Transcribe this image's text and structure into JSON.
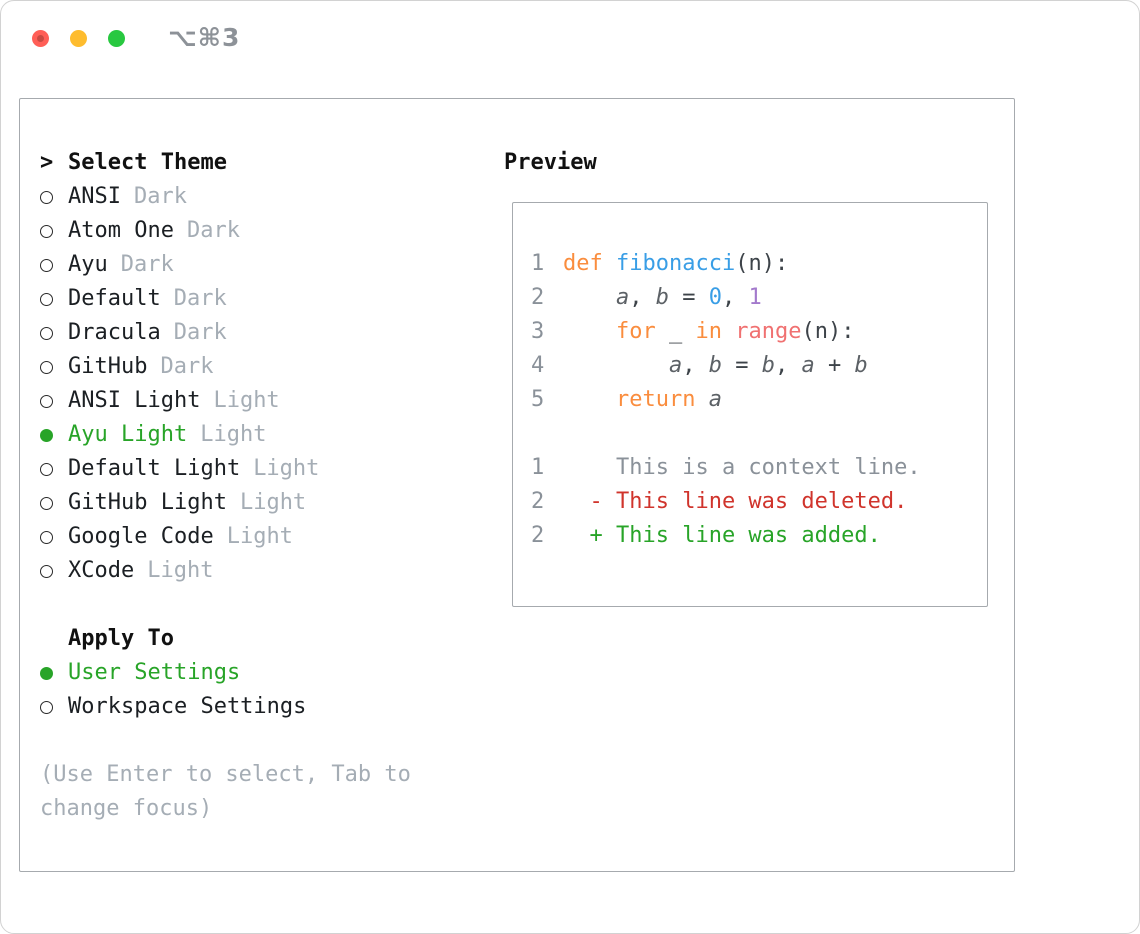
{
  "colors": {
    "green": "#28a428",
    "red": "#d0342c",
    "kw": "#fa8d3e",
    "fn": "#399ee6",
    "call": "#f07171",
    "nb": "#399ee6",
    "np": "#a37acc",
    "muted": "#a5adb5",
    "linenum": "#8a9199",
    "traffic_red": "#ff5f57",
    "traffic_yellow": "#febc2e",
    "traffic_green": "#28c840"
  },
  "window": {
    "shortcut": "⌥⌘3"
  },
  "theme_picker": {
    "prompt": ">",
    "title": "Select Theme",
    "items": [
      {
        "name": "ANSI",
        "variant": "Dark",
        "selected": false
      },
      {
        "name": "Atom One",
        "variant": "Dark",
        "selected": false
      },
      {
        "name": "Ayu",
        "variant": "Dark",
        "selected": false
      },
      {
        "name": "Default",
        "variant": "Dark",
        "selected": false
      },
      {
        "name": "Dracula",
        "variant": "Dark",
        "selected": false
      },
      {
        "name": "GitHub",
        "variant": "Dark",
        "selected": false
      },
      {
        "name": "ANSI Light",
        "variant": "Light",
        "selected": false
      },
      {
        "name": "Ayu Light",
        "variant": "Light",
        "selected": true
      },
      {
        "name": "Default Light",
        "variant": "Light",
        "selected": false
      },
      {
        "name": "GitHub Light",
        "variant": "Light",
        "selected": false
      },
      {
        "name": "Google Code",
        "variant": "Light",
        "selected": false
      },
      {
        "name": "XCode",
        "variant": "Light",
        "selected": false
      }
    ],
    "apply_to": {
      "title": "Apply To",
      "options": [
        {
          "label": "User Settings",
          "selected": true
        },
        {
          "label": "Workspace Settings",
          "selected": false
        }
      ]
    },
    "hint": "(Use Enter to select, Tab to change focus)"
  },
  "preview": {
    "title": "Preview",
    "code_lines": [
      {
        "num": "1",
        "tokens": [
          [
            "def",
            "kw"
          ],
          [
            " ",
            "pl"
          ],
          [
            "fibonacci",
            "fn"
          ],
          [
            "(n):",
            "pl"
          ]
        ]
      },
      {
        "num": "2",
        "tokens": [
          [
            "    ",
            "pl"
          ],
          [
            "a",
            "var"
          ],
          [
            ", ",
            "pl"
          ],
          [
            "b",
            "var"
          ],
          [
            " = ",
            "pl"
          ],
          [
            "0",
            "nb"
          ],
          [
            ", ",
            "pl"
          ],
          [
            "1",
            "np"
          ]
        ]
      },
      {
        "num": "3",
        "tokens": [
          [
            "    ",
            "pl"
          ],
          [
            "for",
            "kw"
          ],
          [
            " _ ",
            "pl"
          ],
          [
            "in",
            "kw"
          ],
          [
            " ",
            "pl"
          ],
          [
            "range",
            "call"
          ],
          [
            "(n):",
            "pl"
          ]
        ]
      },
      {
        "num": "4",
        "tokens": [
          [
            "        ",
            "pl"
          ],
          [
            "a",
            "var"
          ],
          [
            ", ",
            "pl"
          ],
          [
            "b",
            "var"
          ],
          [
            " = ",
            "pl"
          ],
          [
            "b",
            "var"
          ],
          [
            ", ",
            "pl"
          ],
          [
            "a",
            "var"
          ],
          [
            " + ",
            "pl"
          ],
          [
            "b",
            "var"
          ]
        ]
      },
      {
        "num": "5",
        "tokens": [
          [
            "    ",
            "pl"
          ],
          [
            "return",
            "kw"
          ],
          [
            " ",
            "pl"
          ],
          [
            "a",
            "var"
          ]
        ]
      }
    ],
    "diff_lines": [
      {
        "num": "1",
        "marker": " ",
        "text": "This is a context line.",
        "type": "context"
      },
      {
        "num": "2",
        "marker": "-",
        "text": "This line was deleted.",
        "type": "deleted"
      },
      {
        "num": "2",
        "marker": "+",
        "text": "This line was added.",
        "type": "added"
      }
    ]
  }
}
